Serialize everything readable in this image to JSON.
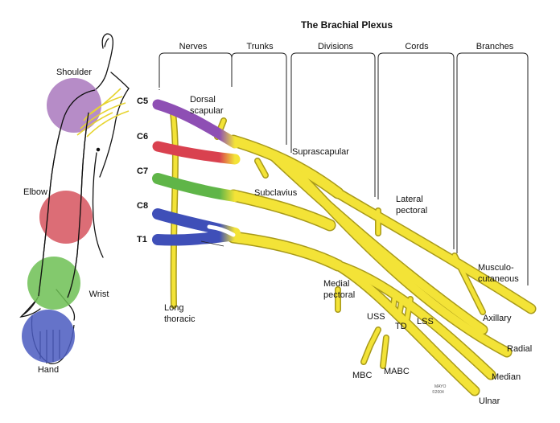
{
  "title": "The Brachial Plexus",
  "headers": {
    "nerves": "Nerves",
    "trunks": "Trunks",
    "divisions": "Divisions",
    "cords": "Cords",
    "branches": "Branches"
  },
  "roots": {
    "c5": "C5",
    "c6": "C6",
    "c7": "C7",
    "c8": "C8",
    "t1": "T1"
  },
  "body_regions": {
    "shoulder": "Shoulder",
    "elbow": "Elbow",
    "wrist": "Wrist",
    "hand": "Hand"
  },
  "nerve_labels": {
    "dorsal_scapular_1": "Dorsal",
    "dorsal_scapular_2": "scapular",
    "suprascapular": "Suprascapular",
    "subclavius": "Subclavius",
    "lateral_pectoral_1": "Lateral",
    "lateral_pectoral_2": "pectoral",
    "musculocutaneous_1": "Musculo-",
    "musculocutaneous_2": "cutaneous",
    "medial_pectoral_1": "Medial",
    "medial_pectoral_2": "pectoral",
    "long_thoracic_1": "Long",
    "long_thoracic_2": "thoracic",
    "uss": "USS",
    "td": "TD",
    "lss": "LSS",
    "axillary": "Axillary",
    "radial": "Radial",
    "median": "Median",
    "ulnar": "Ulnar",
    "mbc": "MBC",
    "mabc": "MABC"
  },
  "watermark": {
    "line1": "MAYO",
    "line2": "©2004"
  },
  "colors": {
    "nerve_yellow": "#f3e337",
    "nerve_outline": "#a89a1a",
    "c5": "#8e4fb4",
    "c6": "#d9414f",
    "c7": "#5fb548",
    "c8_t1": "#3f4fb8",
    "shoulder_circle": "#a978bd",
    "elbow_circle": "#d6545e",
    "wrist_circle": "#6dbf53",
    "hand_circle": "#4a5bc0"
  }
}
